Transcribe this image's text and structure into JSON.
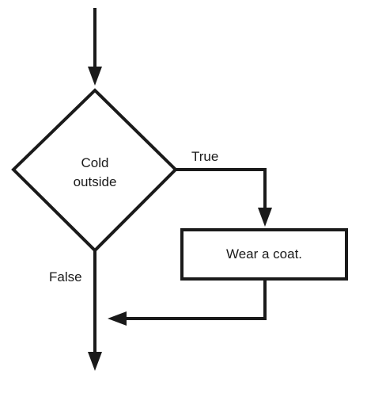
{
  "diagram": {
    "decision": {
      "line1": "Cold",
      "line2": "outside"
    },
    "process": {
      "label": "Wear a coat."
    },
    "edges": {
      "true_label": "True",
      "false_label": "False"
    },
    "colors": {
      "stroke": "#1a1a1a",
      "background": "#ffffff"
    }
  }
}
